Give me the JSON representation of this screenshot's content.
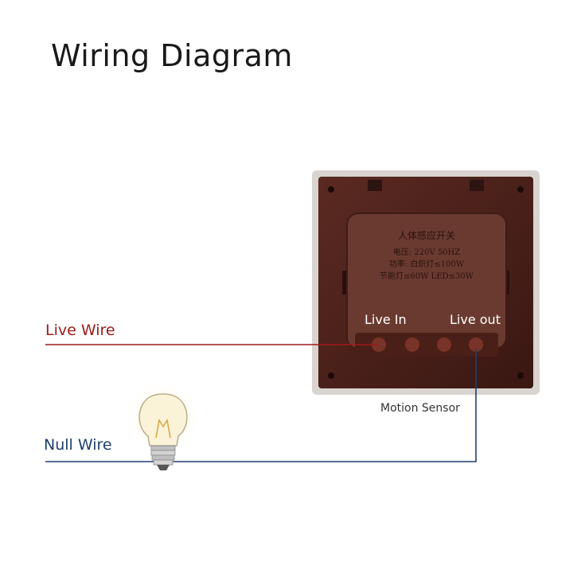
{
  "title": "Wiring Diagram",
  "wires": {
    "live_label": "Live Wire",
    "null_label": "Null Wire",
    "live_color": "#a01a1a",
    "null_color": "#1f3f6e"
  },
  "sensor": {
    "label": "Motion Sensor",
    "terminal_in": "Live In",
    "terminal_out": "Live out",
    "device_text": [
      "人体感应开关",
      "电压: 220V 50HZ",
      "功率: 白炽灯≤100W",
      "节能灯≤60W LED≤30W"
    ]
  }
}
